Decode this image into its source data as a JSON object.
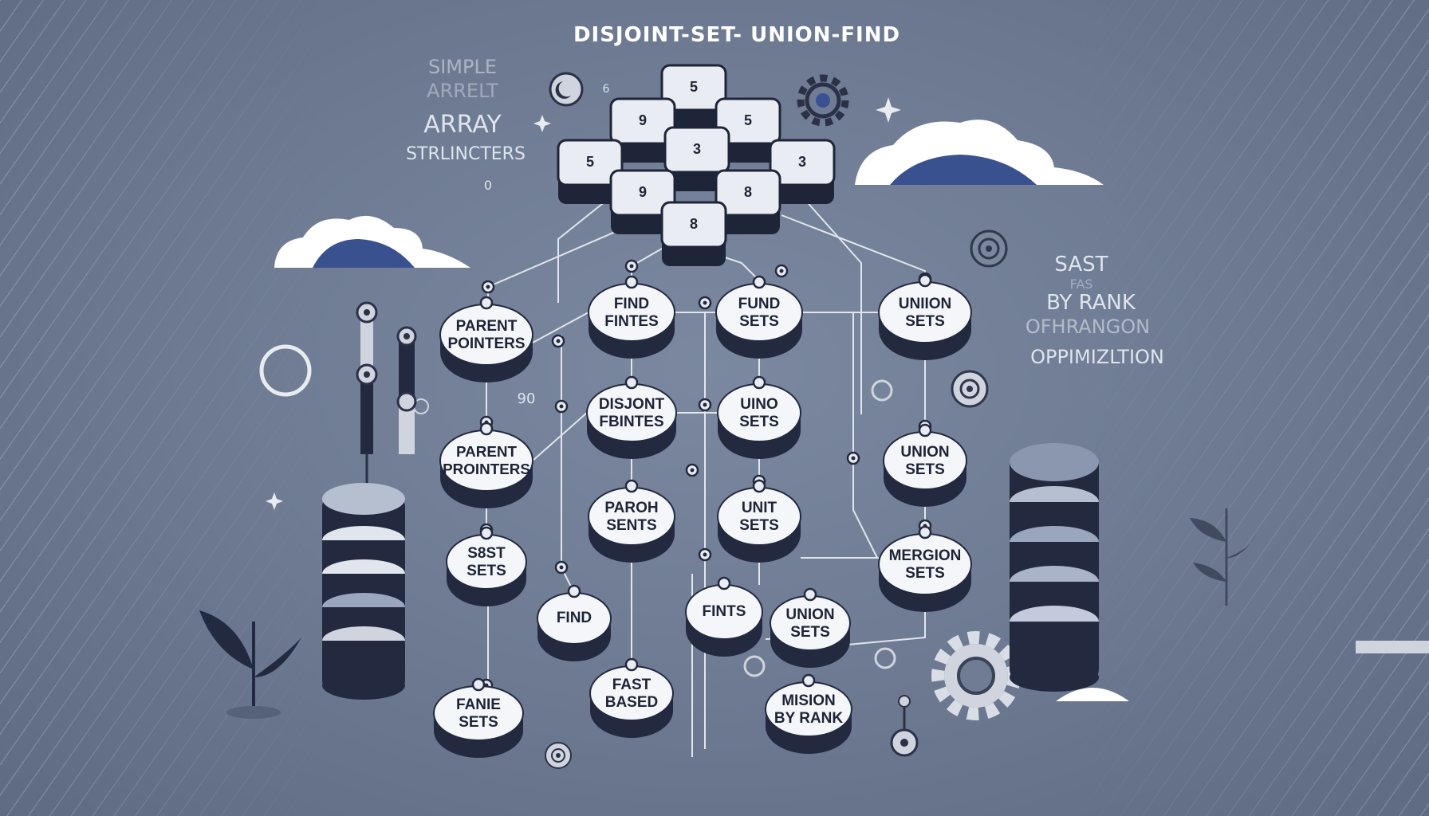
{
  "title": "DISJOINT-SET- UNION-FIND",
  "left_labels": [
    "SIMPLE",
    "ARRELT",
    "ARRAY",
    "STRLINCTERS"
  ],
  "right_labels": [
    "SAST",
    "FAS",
    "BY RANK",
    "OFHRANGON",
    "OPPIMIZLTION"
  ],
  "cube_labels": [
    "5",
    "9",
    "5",
    "5",
    "3",
    "3",
    "9",
    "8",
    "8"
  ],
  "stray_labels": [
    "6",
    "90",
    "0",
    "0"
  ],
  "nodes": [
    {
      "line1": "PARENT",
      "line2": "POINTERS"
    },
    {
      "line1": "PARENT",
      "line2": "PROINTERS"
    },
    {
      "line1": "S8ST",
      "line2": "SETS"
    },
    {
      "line1": "FANIE",
      "line2": "SETS"
    },
    {
      "line1": "FIND",
      "line2": "FINTES"
    },
    {
      "line1": "DISJONT",
      "line2": "FBINTES"
    },
    {
      "line1": "PAROH",
      "line2": "SENTS"
    },
    {
      "line1": "FIND",
      "line2": ""
    },
    {
      "line1": "FAST",
      "line2": "BASED"
    },
    {
      "line1": "FUND",
      "line2": "SETS"
    },
    {
      "line1": "UINO",
      "line2": "SETS"
    },
    {
      "line1": "UNIT",
      "line2": "SETS"
    },
    {
      "line1": "FINTS",
      "line2": ""
    },
    {
      "line1": "UNION",
      "line2": "SETS"
    },
    {
      "line1": "MISION",
      "line2": "BY RANK"
    },
    {
      "line1": "UNIION",
      "line2": "SETS"
    },
    {
      "line1": "UNION",
      "line2": "SETS"
    },
    {
      "line1": "MERGION",
      "line2": "SETS"
    }
  ],
  "colors": {
    "background": "#6f7c94",
    "node_top": "#ffffff",
    "node_side": "#232a3f",
    "accent": "#3a5190"
  }
}
